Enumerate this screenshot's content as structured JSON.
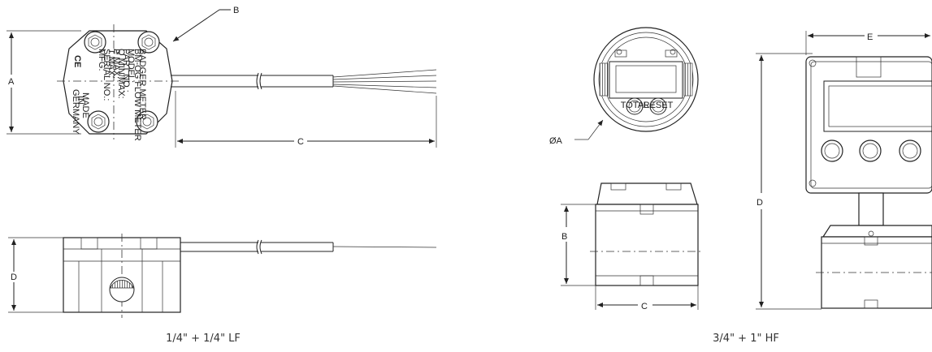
{
  "left_assembly": {
    "callout_b": "B",
    "dim_a": "A",
    "dim_c": "C",
    "dim_d": "D",
    "plate_text": {
      "line1": "BADGER METER",
      "line2": "BM-OG FLOW METER",
      "line3": "MODEL:",
      "line4": "PART NO.:",
      "line5": "Q MIN/MAX:",
      "line6": "P MAX:",
      "line7": "T MAX:",
      "line8": "SERIAL NO.:",
      "line9": "MFG:",
      "made1": "MADE",
      "made2": "IN",
      "made3": "GERMANY",
      "ce": "CE"
    },
    "caption": "1/4\" + 1/4\" LF"
  },
  "right_assembly": {
    "dim_phi_a": "ØA",
    "dim_b": "B",
    "dim_c": "C",
    "dim_d": "D",
    "dim_e": "E",
    "button1": "TOTAL",
    "button2": "RESET",
    "caption": "3/4\" + 1\" HF"
  }
}
